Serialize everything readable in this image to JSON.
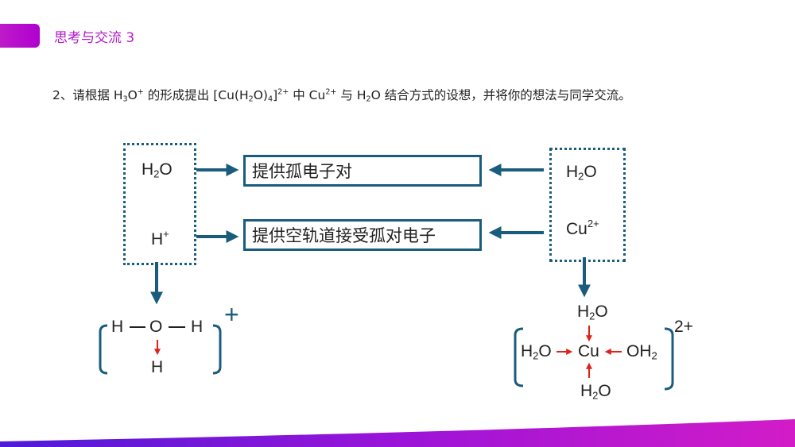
{
  "header": {
    "title": "思考与交流 3"
  },
  "question": {
    "number": "2",
    "sep": "、",
    "p1": "请根据 H",
    "sub1": "3",
    "p2": "O",
    "sup1": "+",
    "p3": " 的形成提出 [Cu(H",
    "sub2": "2",
    "p4": "O)",
    "sub3": "4",
    "p5": "]",
    "sup2": "2+",
    "p6": " 中  Cu",
    "sup3": "2+",
    "p7": " 与 H",
    "sub4": "2",
    "p8": "O 结合方式的设想，并将你的想法与同学交流。"
  },
  "left_box": {
    "h2o": {
      "a": "H",
      "sub": "2",
      "b": "O"
    },
    "hplus": {
      "a": "H",
      "sup": "+"
    }
  },
  "right_box": {
    "h2o": {
      "a": "H",
      "sub": "2",
      "b": "O"
    },
    "cu": {
      "a": "Cu",
      "sup": "2+"
    }
  },
  "center_boxes": {
    "top": "提供孤电子对",
    "bottom": "提供空轨道接受孤对电子"
  },
  "hydronium": {
    "h_left": "H",
    "o": "O",
    "h_right": "H",
    "h_bottom": "H",
    "charge": "+"
  },
  "complex": {
    "top": {
      "a": "H",
      "sub": "2",
      "b": "O"
    },
    "left": {
      "a": "H",
      "sub": "2",
      "b": "O"
    },
    "center": "Cu",
    "right": {
      "a": "OH",
      "sub": "2"
    },
    "bottom": {
      "a": "H",
      "sub": "2",
      "b": "O"
    },
    "charge": "2+"
  },
  "colors": {
    "accent": "#b21ac9",
    "frame": "#1a5c7c",
    "arrow_red": "#e0201a"
  }
}
